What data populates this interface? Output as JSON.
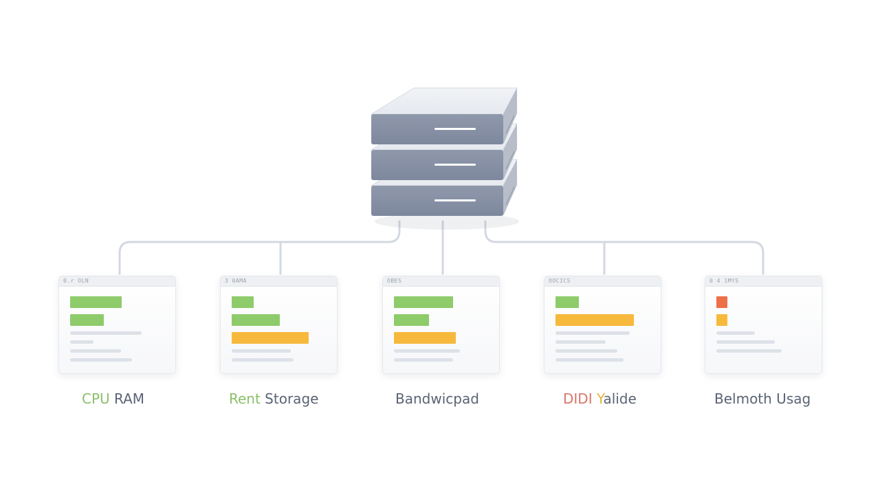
{
  "colors": {
    "green": "#8ecb6a",
    "orange": "#f7b93c",
    "red": "#ee7048",
    "connector": "#d3d8e2",
    "server_face": "#7e889d",
    "server_top": "#e6e9ef",
    "server_side": "#b7bdc9"
  },
  "server_icon": "server-rack-icon",
  "cards": [
    {
      "header": "0.r OLN",
      "label": {
        "accent": "CPU",
        "rest": " RAM"
      },
      "bars": [
        {
          "color": "green",
          "level": 0.55
        },
        {
          "color": "green",
          "level": 0.36
        }
      ],
      "lines": [
        0.76,
        0.25,
        0.54,
        0.66
      ]
    },
    {
      "header": "3 0AMA",
      "label": {
        "accent": "Rent",
        "rest": " Storage"
      },
      "bars": [
        {
          "color": "green",
          "level": 0.23
        },
        {
          "color": "green",
          "level": 0.51
        },
        {
          "color": "orange",
          "level": 0.82
        }
      ],
      "lines": [
        0.63,
        0.66
      ]
    },
    {
      "header": "OBES",
      "label": {
        "accent": "",
        "rest": "Bandwicpad"
      },
      "bars": [
        {
          "color": "green",
          "level": 0.63
        },
        {
          "color": "green",
          "level": 0.37
        },
        {
          "color": "orange",
          "level": 0.66
        }
      ],
      "lines": [
        0.7,
        0.63
      ]
    },
    {
      "header": "OOCICS",
      "label": {
        "accent": "DIDI",
        "accent3": " Y",
        "rest": "alide"
      },
      "bars": [
        {
          "color": "green",
          "level": 0.25
        },
        {
          "color": "orange",
          "level": 0.83
        }
      ],
      "lines": [
        0.79,
        0.53,
        0.66,
        0.72
      ]
    },
    {
      "header": "0 4 1MYS",
      "label": {
        "accent": "",
        "rest": "Belmoth Usag"
      },
      "bars": [
        {
          "color": "red",
          "level": 0.12
        },
        {
          "color": "orange",
          "level": 0.12
        }
      ],
      "lines": [
        0.41,
        0.62,
        0.69
      ]
    }
  ]
}
